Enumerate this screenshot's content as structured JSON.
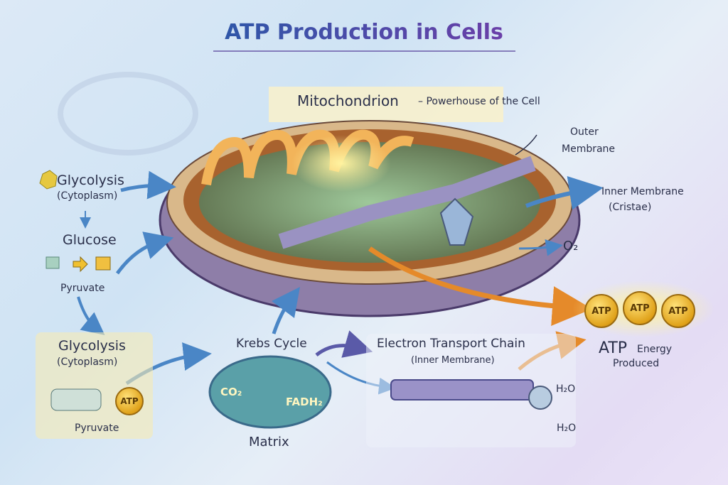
{
  "title": "ATP Production in Cells",
  "mitochondrion": {
    "name": "Mitochondrion",
    "subtitle": "– Powerhouse of the Cell",
    "outer_membrane": [
      "Outer",
      "Membrane"
    ],
    "inner_membrane": [
      "Inner Membrane",
      "(Cristae)"
    ],
    "o2": "O₂"
  },
  "atp_coins": [
    "ATP",
    "ATP",
    "ATP"
  ],
  "glycolysis_top": {
    "title": "Glycolysis",
    "location": "(Cytoplasm)",
    "glucose": "Glucose",
    "pyruvate": "Pyruvate"
  },
  "glycolysis_box": {
    "title": "Glycolysis",
    "location": "(Cytoplasm)",
    "atp": "ATP",
    "pyruvate": "Pyruvate"
  },
  "krebs": {
    "title": "Krebs Cycle",
    "co2": "CO₂",
    "fadh2": "FADH₂",
    "matrix": "Matrix"
  },
  "etc": {
    "title": "Electron Transport Chain",
    "location": "(Inner Membrane)",
    "h2o_1": "H₂O",
    "h2o_2": "H₂O"
  },
  "atp_produced": {
    "atp": "ATP",
    "energy": "Energy",
    "produced": "Produced"
  },
  "colors": {
    "title": "#3a4aa0",
    "membrane": "#8a7aa8",
    "cristae": "#e8a64a",
    "atp": "#e6aa20",
    "arrow_blue": "#4a86c6",
    "arrow_orange": "#e58a2a"
  }
}
